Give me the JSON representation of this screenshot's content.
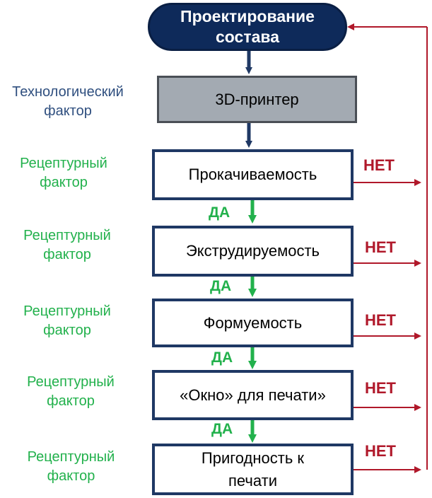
{
  "start": {
    "label": "Проектирование состава"
  },
  "printer": {
    "label": "3D-принтер",
    "factor": "Технологический фактор"
  },
  "steps": [
    {
      "label": "Прокачиваемость",
      "factor": "Рецептурный фактор",
      "no": "НЕТ"
    },
    {
      "label": "Экструдируемость",
      "factor": "Рецептурный фактор",
      "no": "НЕТ",
      "yes": "ДА"
    },
    {
      "label": "Формуемость",
      "factor": "Рецептурный фактор",
      "no": "НЕТ",
      "yes": "ДА"
    },
    {
      "label": "«Окно» для печати»",
      "factor": "Рецептурный фактор",
      "no": "НЕТ",
      "yes": "ДА"
    },
    {
      "label": "Пригодность к печати",
      "factor": "Рецептурный фактор",
      "no": "НЕТ",
      "yes": "ДА"
    }
  ],
  "colors": {
    "start_fill": "#0e2a5a",
    "printer_fill": "#a3aab2",
    "step_border": "#1f3864",
    "flow_arrow": "#1f3864",
    "yes": "#22b14c",
    "no": "#b0182a",
    "technological_factor": "#2f4f7f",
    "recipe_factor": "#22b14c"
  }
}
